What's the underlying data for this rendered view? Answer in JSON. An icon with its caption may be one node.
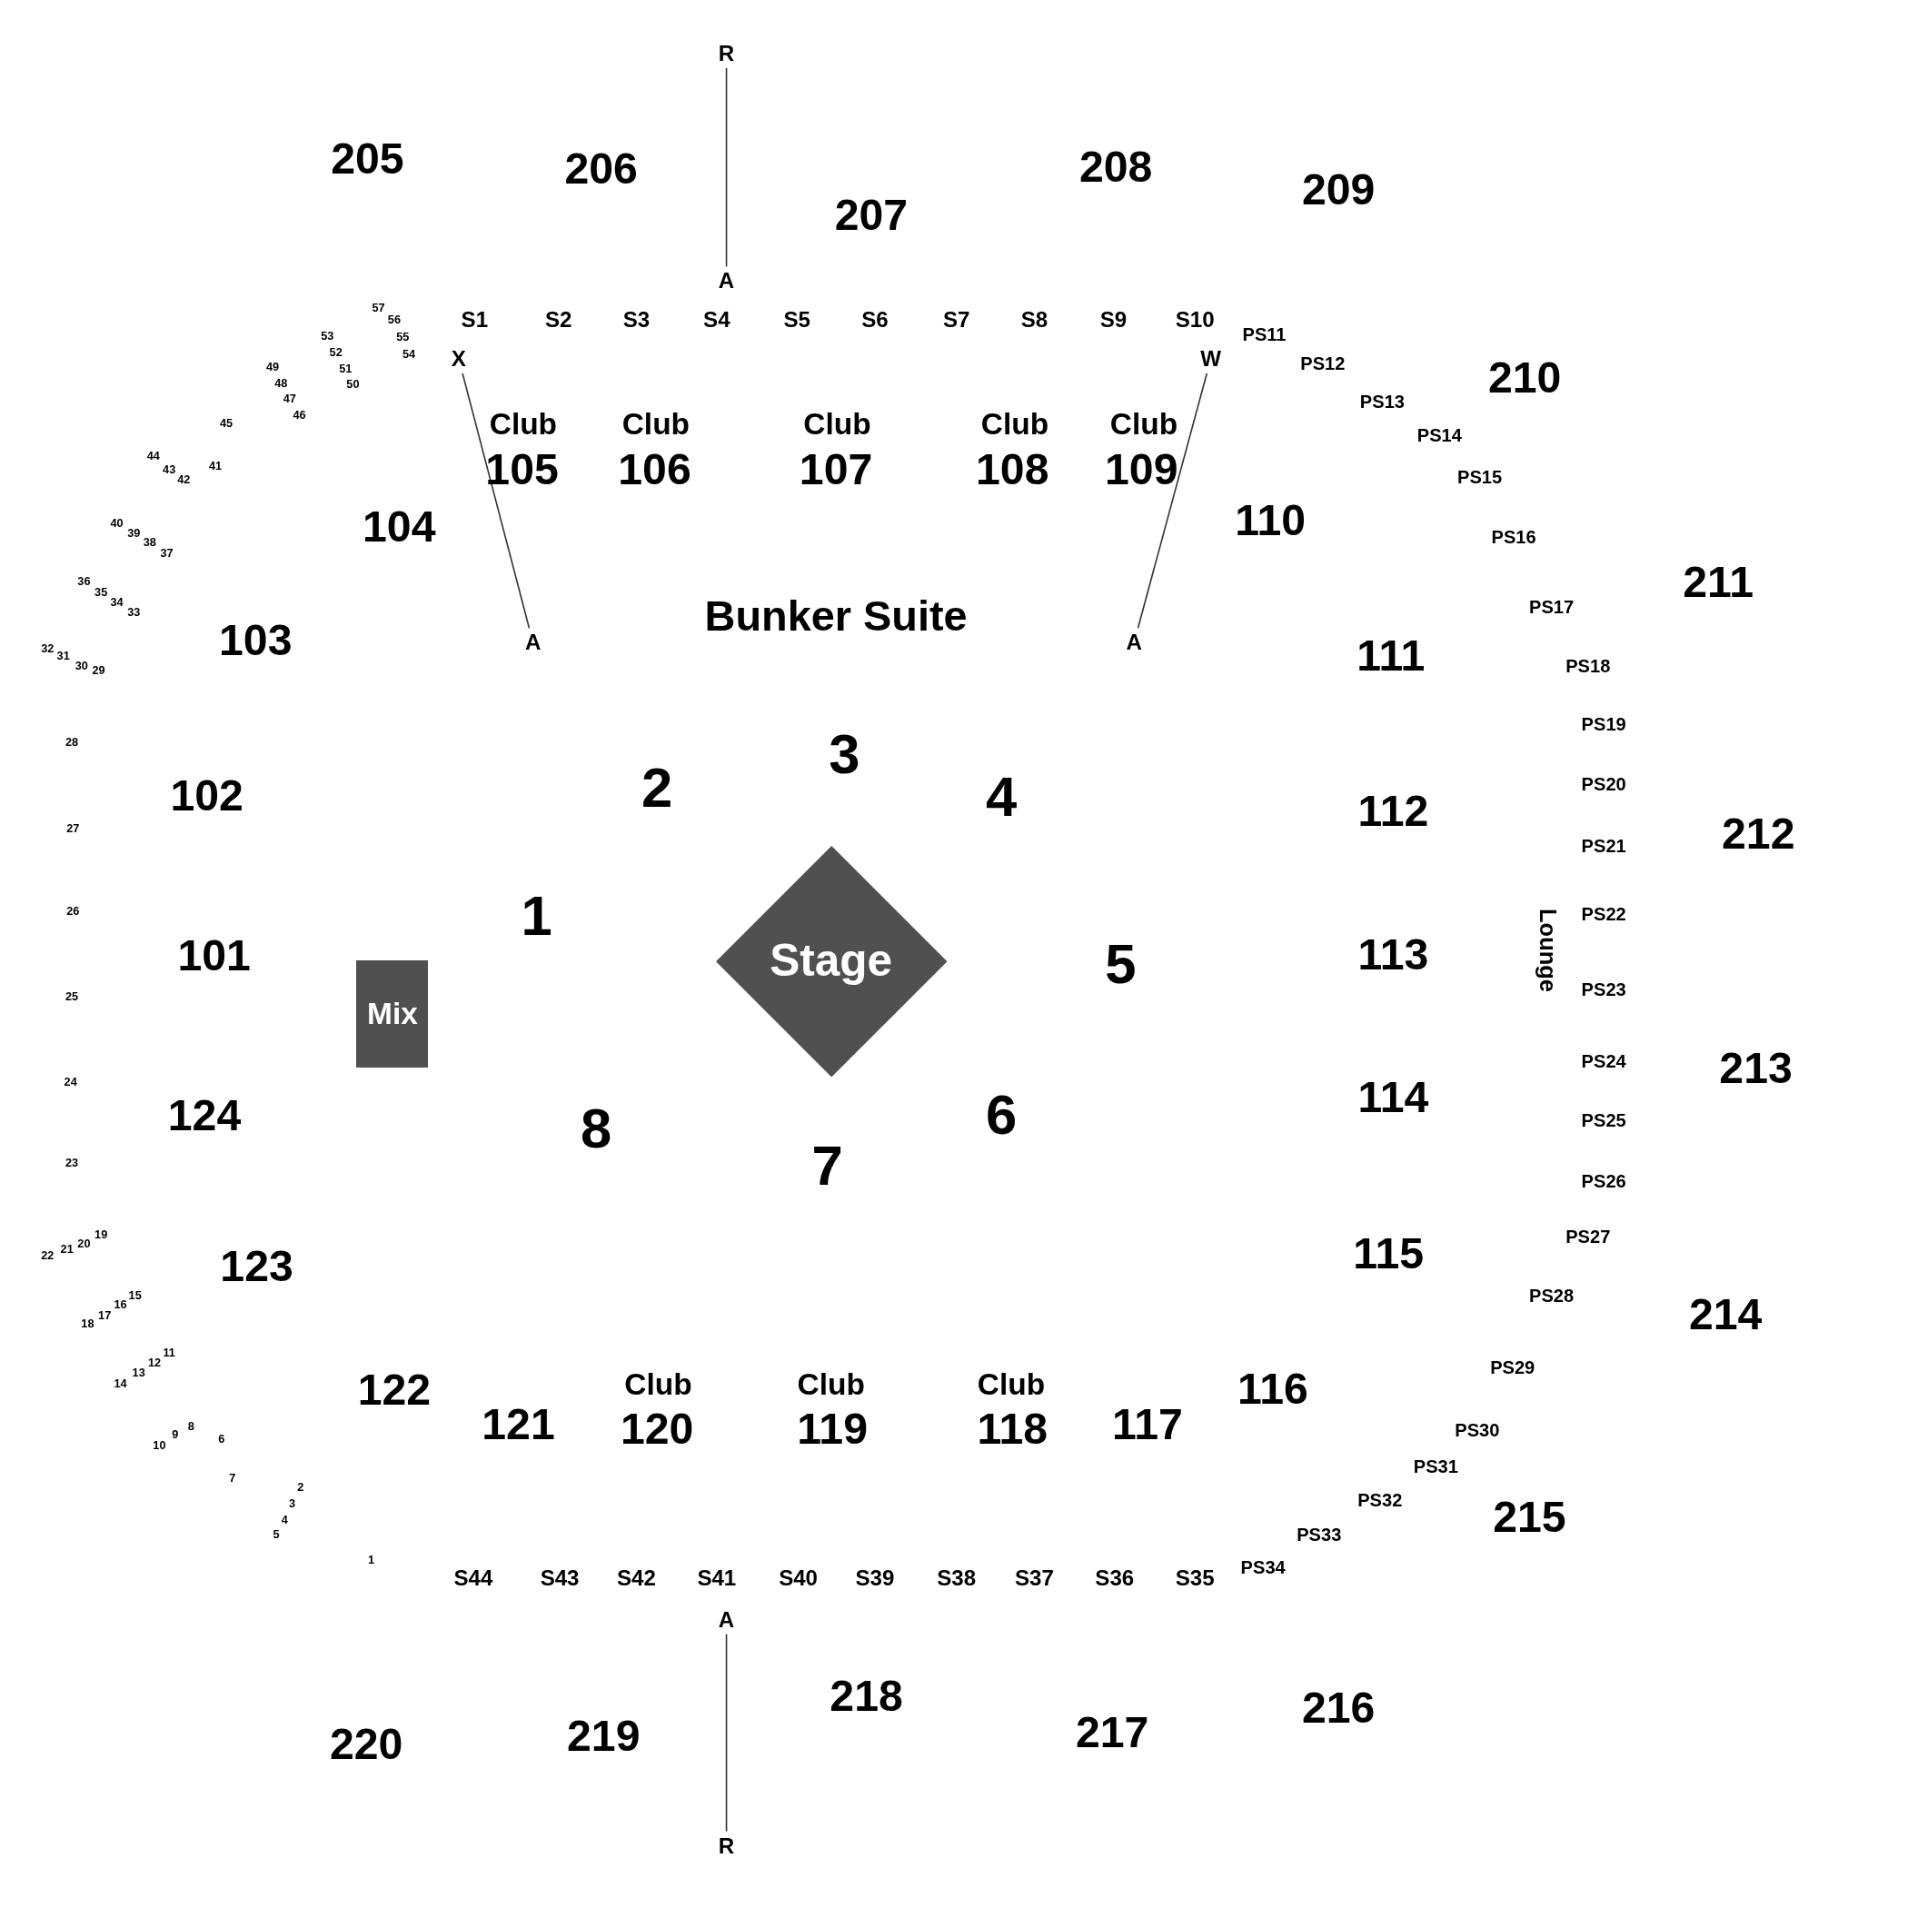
{
  "diagram": {
    "nodes": [
      {
        "text": [
          "R"
        ]
      },
      {
        "text": [
          "A"
        ]
      },
      {
        "text": [
          "X"
        ]
      },
      {
        "text": [
          "W"
        ]
      },
      {
        "text": [
          "A"
        ]
      },
      {
        "text": [
          "A"
        ]
      },
      {
        "text": [
          "Stage"
        ]
      },
      {
        "text": [
          "Mix"
        ]
      },
      {
        "text": [
          "A"
        ]
      },
      {
        "text": [
          "R"
        ]
      }
    ],
    "edges": [
      {
        "from": 0,
        "to": 1,
        "arrow": "none"
      },
      {
        "from": 2,
        "to": 4,
        "arrow": "none"
      },
      {
        "from": 3,
        "to": 5,
        "arrow": "none"
      },
      {
        "from": 8,
        "to": 9,
        "arrow": "none"
      }
    ],
    "labels": [
      "205",
      "206",
      "207",
      "208",
      "209",
      "S1",
      "S2",
      "S3",
      "S4",
      "S5",
      "S6",
      "S7",
      "S8",
      "S9",
      "S10",
      "210",
      "211",
      "212",
      "213",
      "214",
      "215",
      "PS11",
      "PS12",
      "PS13",
      "PS14",
      "PS15",
      "PS16",
      "PS17",
      "PS18",
      "PS19",
      "PS20",
      "PS21",
      "PS22",
      "PS23",
      "PS24",
      "PS25",
      "PS26",
      "PS27",
      "PS28",
      "PS29",
      "PS30",
      "PS31",
      "PS32",
      "PS33",
      "PS34",
      "Lounge",
      "Club",
      "105",
      "Club",
      "106",
      "Club",
      "107",
      "Club",
      "108",
      "Club",
      "109",
      "104",
      "103",
      "102",
      "101",
      "124",
      "123",
      "122",
      "121",
      "110",
      "111",
      "112",
      "113",
      "114",
      "115",
      "116",
      "117",
      "Club",
      "120",
      "Club",
      "119",
      "Club",
      "118",
      "Bunker Suite",
      "1",
      "2",
      "3",
      "4",
      "5",
      "6",
      "7",
      "8",
      "57",
      "56",
      "55",
      "54",
      "53",
      "52",
      "51",
      "50",
      "49",
      "48",
      "47",
      "46",
      "45",
      "44",
      "43",
      "42",
      "41",
      "40",
      "39",
      "38",
      "37",
      "36",
      "35",
      "34",
      "33",
      "32",
      "31",
      "30",
      "29",
      "28",
      "27",
      "26",
      "25",
      "24",
      "23",
      "22",
      "21",
      "20",
      "19",
      "18",
      "17",
      "16",
      "15",
      "14",
      "13",
      "12",
      "11",
      "10",
      "9",
      "8",
      "7",
      "6",
      "5",
      "4",
      "3",
      "2",
      "1",
      "S44",
      "S43",
      "S42",
      "S41",
      "S40",
      "S39",
      "S38",
      "S37",
      "S36",
      "S35",
      "220",
      "219",
      "218",
      "217",
      "216"
    ]
  }
}
